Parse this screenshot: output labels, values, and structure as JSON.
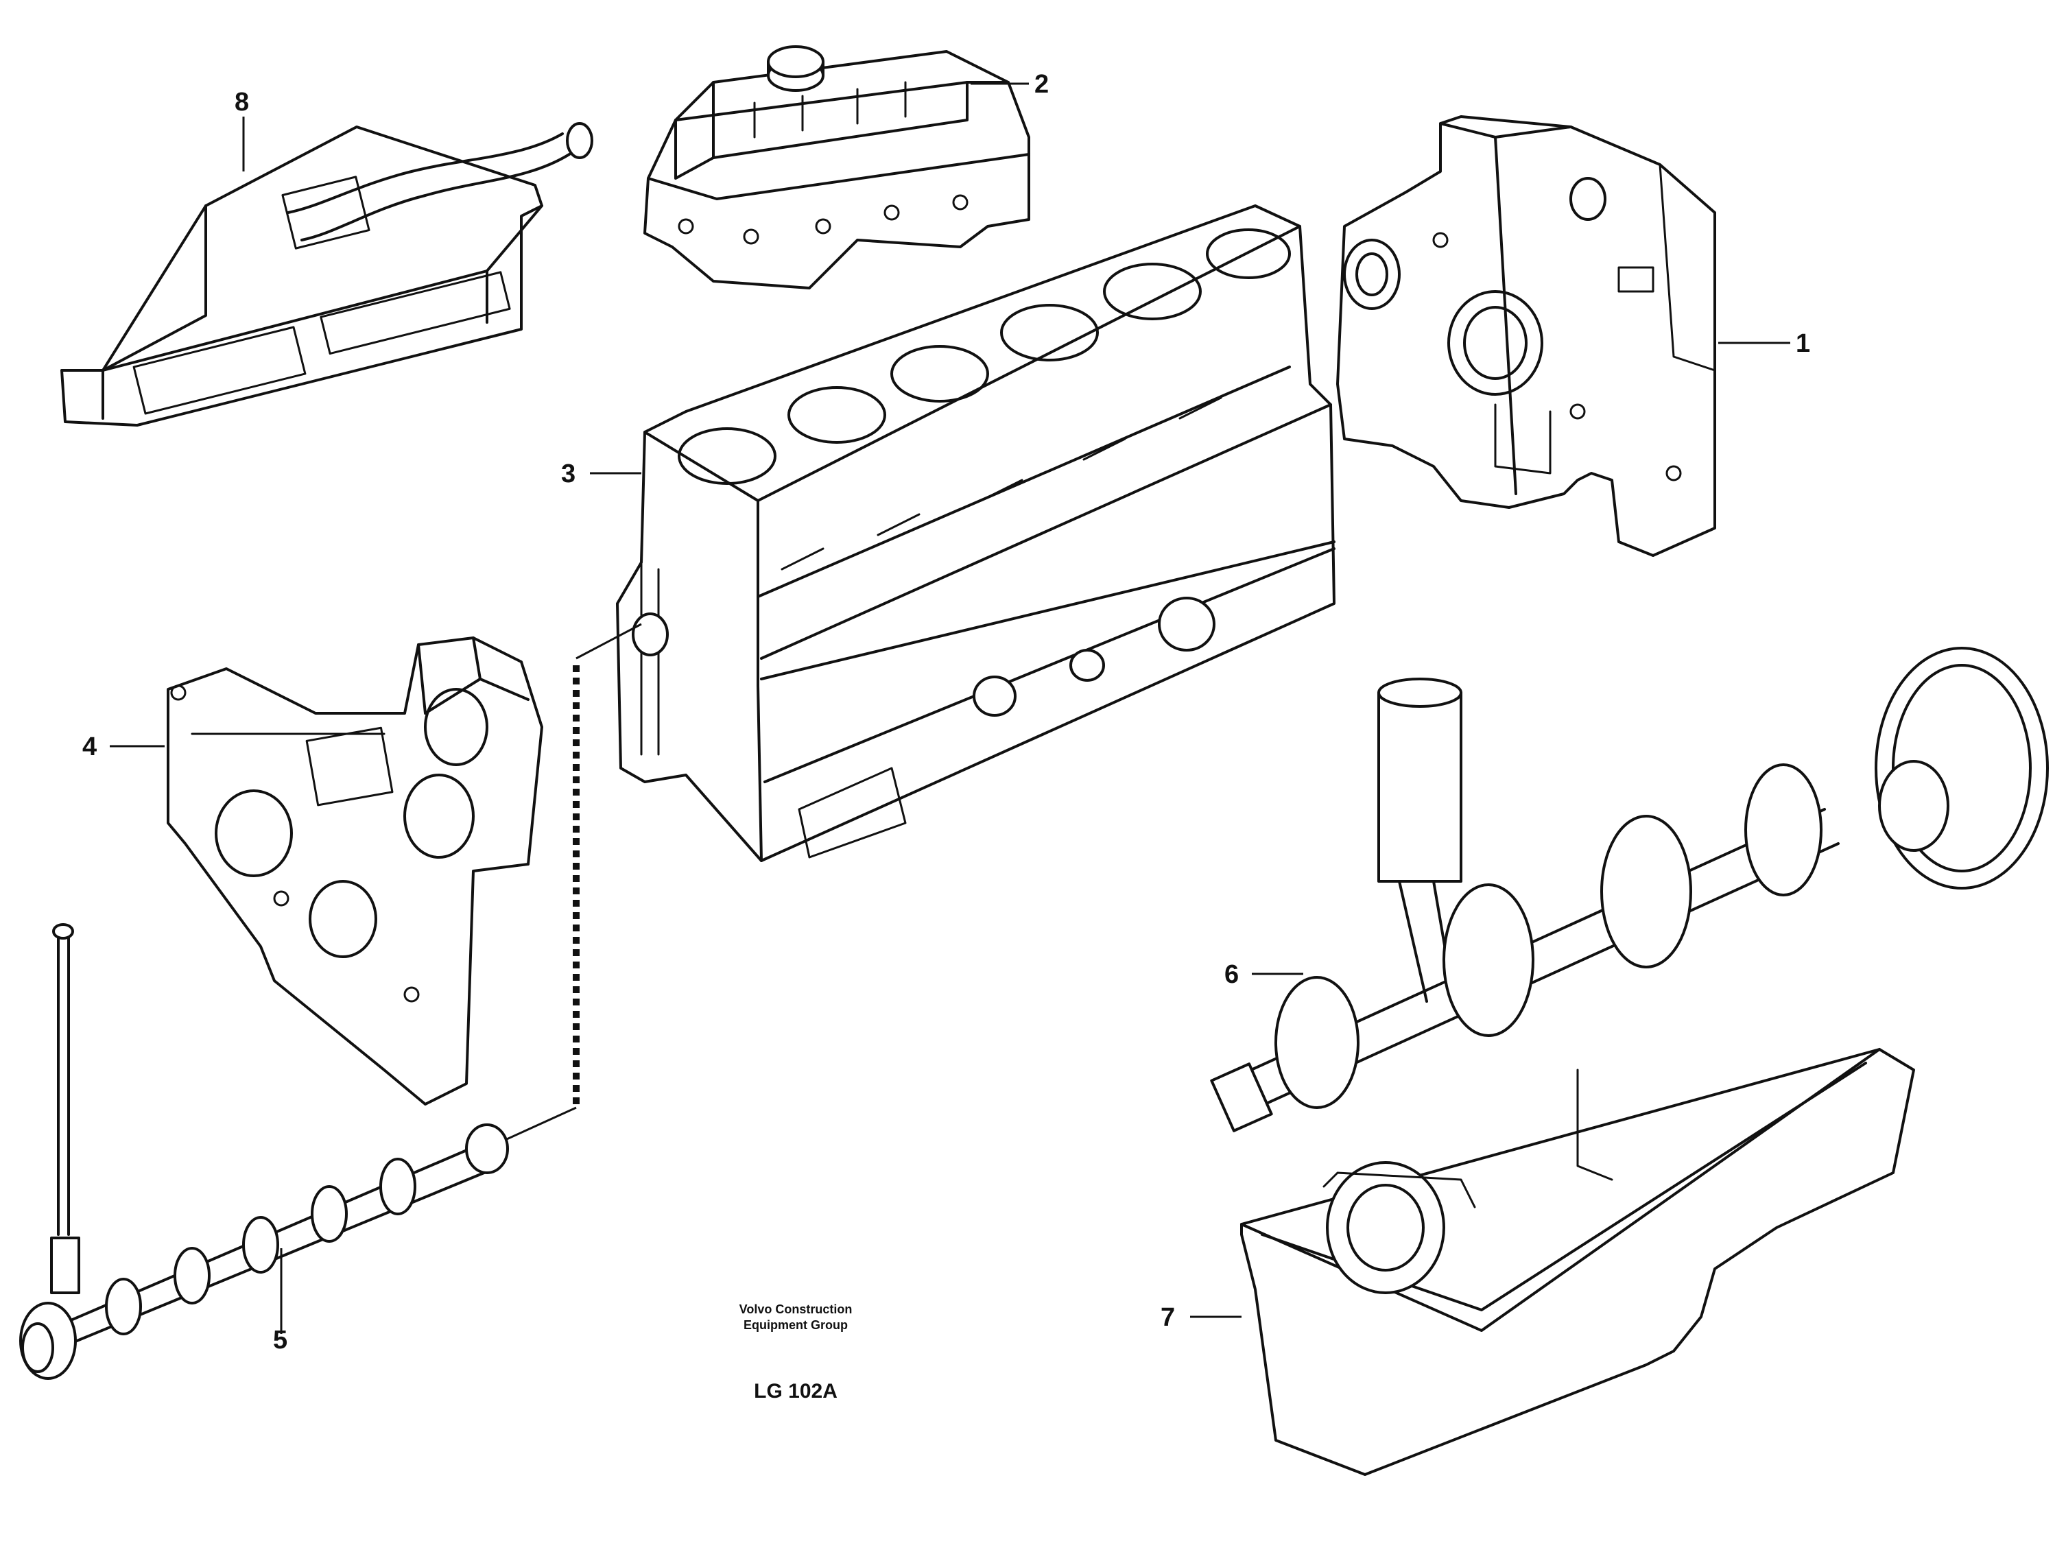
{
  "callouts": {
    "c1": "1",
    "c2": "2",
    "c3": "3",
    "c4": "4",
    "c5": "5",
    "c6": "6",
    "c7": "7",
    "c8": "8"
  },
  "credit": {
    "line1": "Volvo Construction",
    "line2": "Equipment Group",
    "code": "LG 102A"
  },
  "parts": [
    {
      "number": "1",
      "icon": "flywheel-housing-icon"
    },
    {
      "number": "2",
      "icon": "cylinder-head-icon"
    },
    {
      "number": "3",
      "icon": "cylinder-block-icon"
    },
    {
      "number": "4",
      "icon": "timing-gear-cover-icon"
    },
    {
      "number": "5",
      "icon": "camshaft-icon"
    },
    {
      "number": "6",
      "icon": "crankshaft-icon"
    },
    {
      "number": "7",
      "icon": "oil-sump-icon"
    },
    {
      "number": "8",
      "icon": "oil-cooler-icon"
    }
  ]
}
